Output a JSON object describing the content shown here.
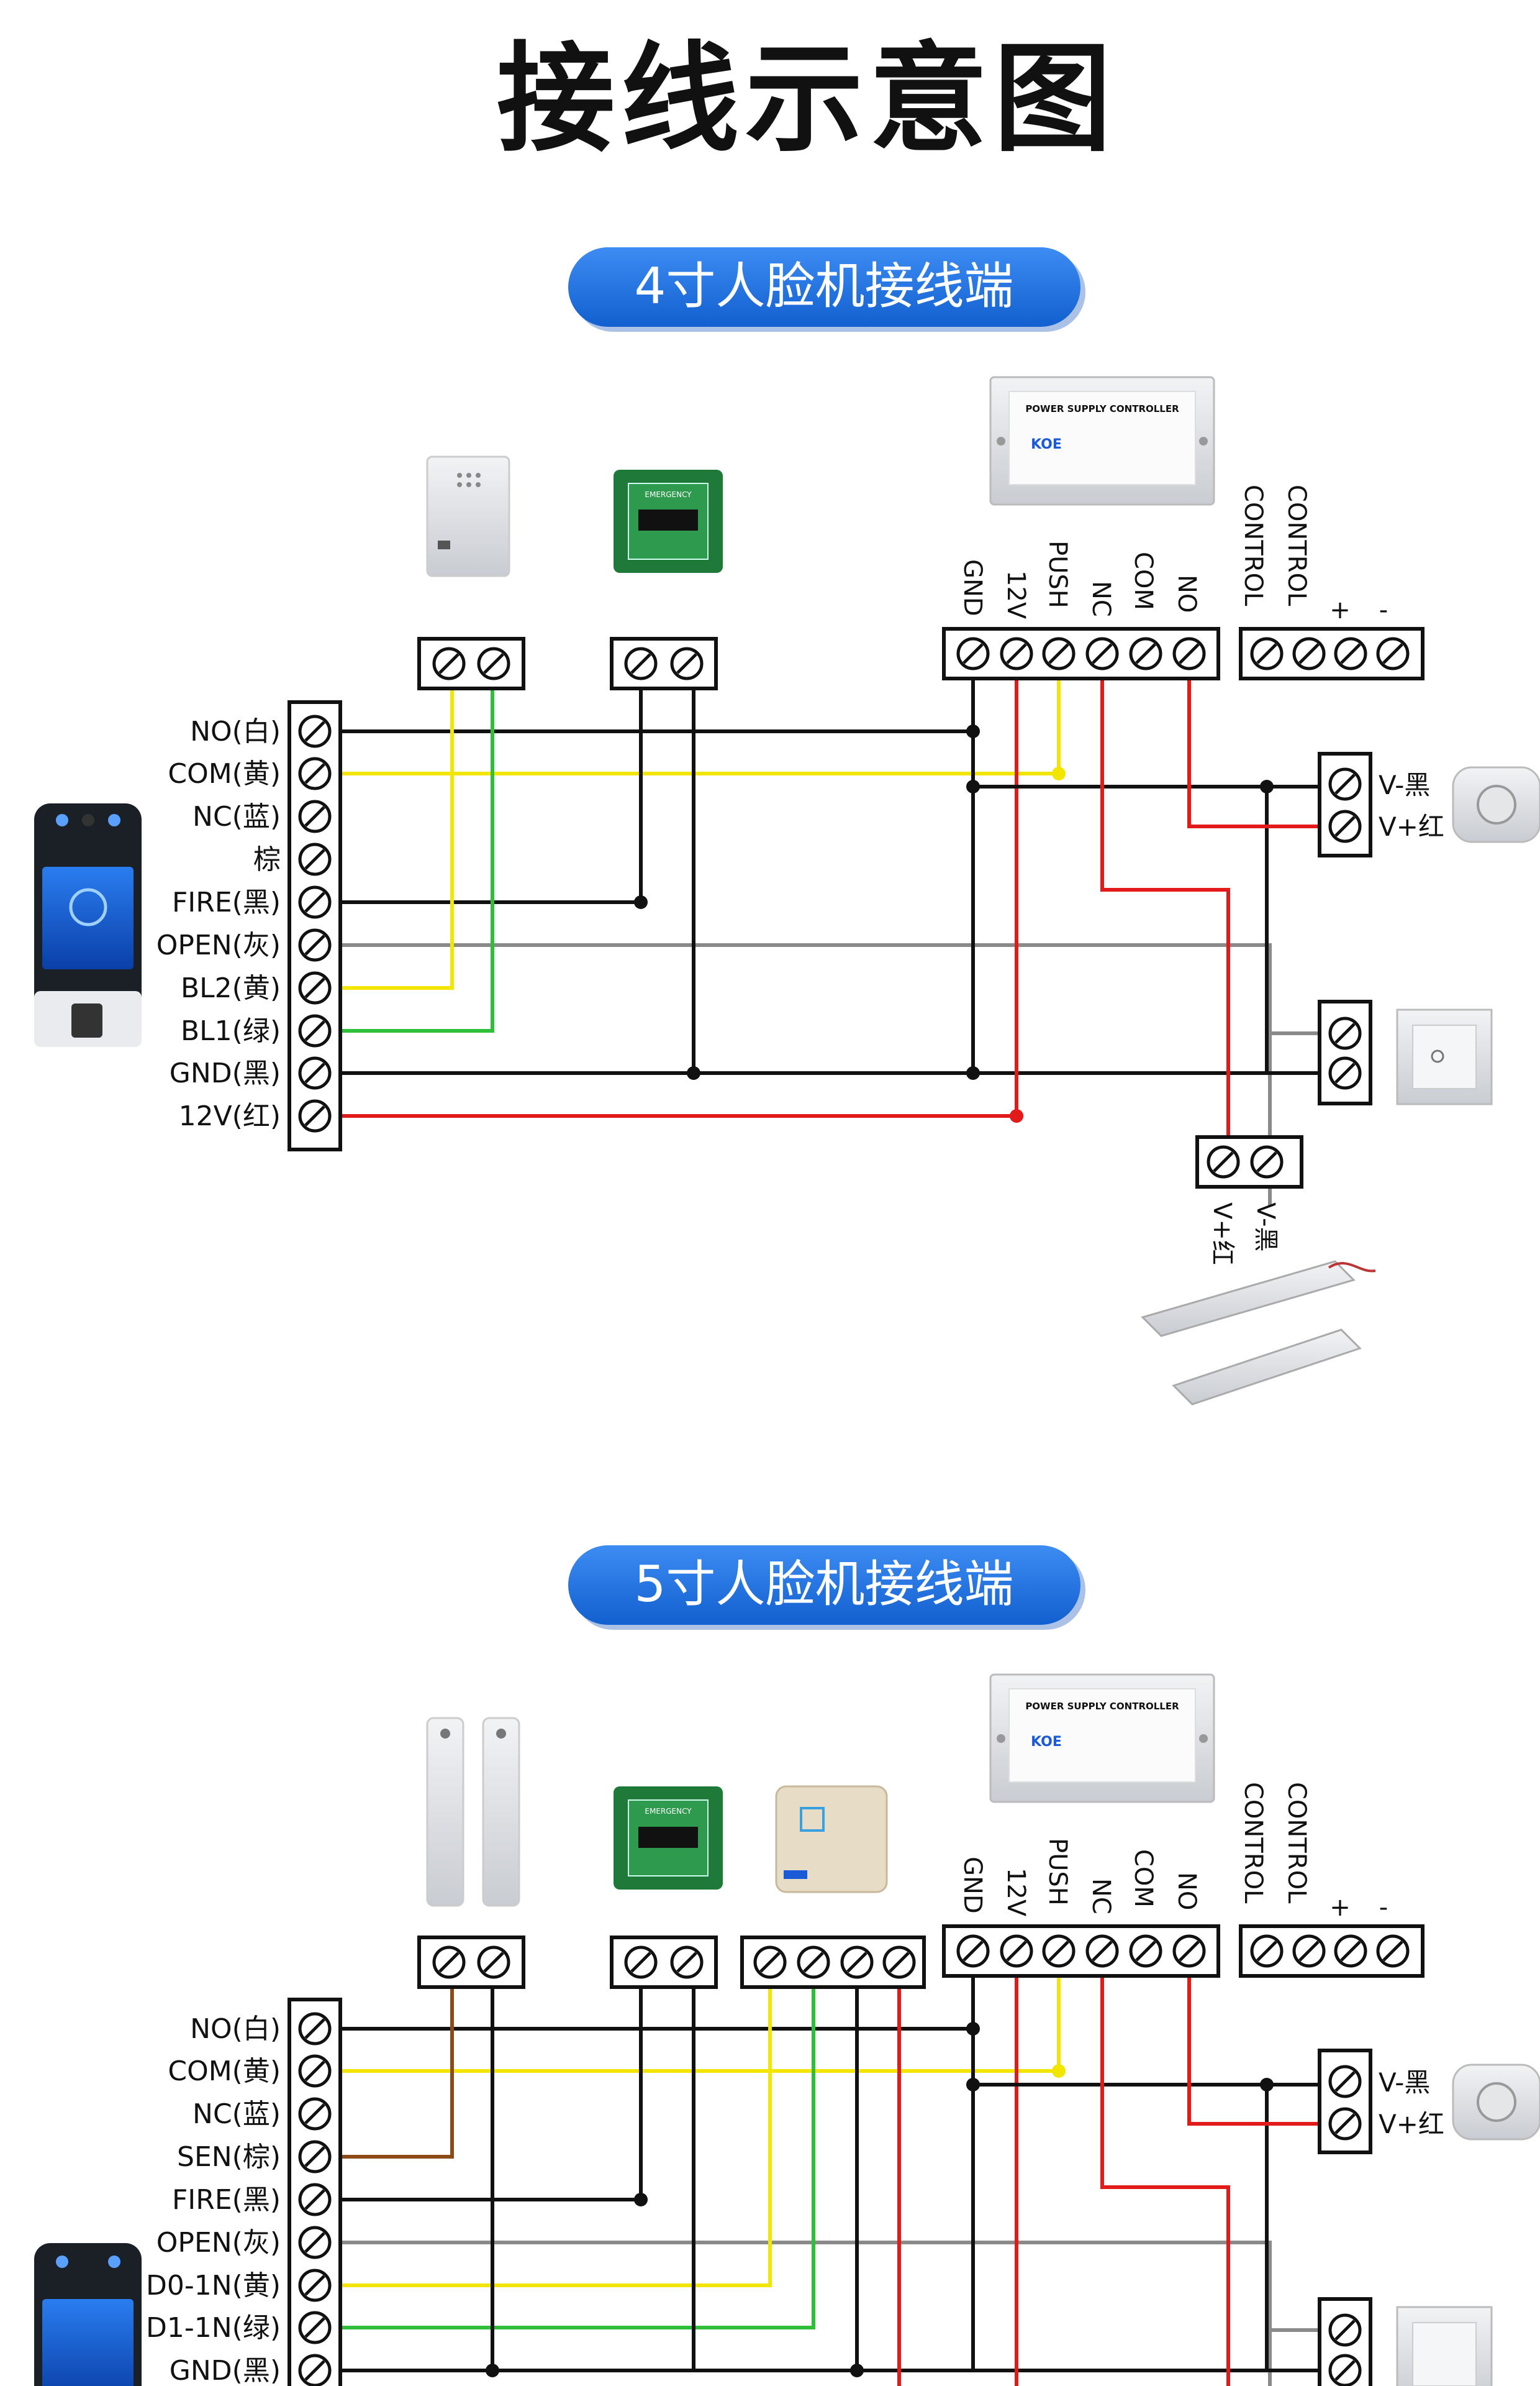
{
  "title": "接线示意图",
  "section1": {
    "header": "4寸人脸机接线端",
    "terminals": [
      "NO(白)",
      "COM(黄)",
      "NC(蓝)",
      "棕",
      "FIRE(黑)",
      "OPEN(灰)",
      "BL2(黄)",
      "BL1(绿)",
      "GND(黑)",
      "12V(红)"
    ],
    "psu_terminals": [
      "GND",
      "12V",
      "PUSH",
      "NC",
      "COM",
      "NO"
    ],
    "control_label": "CONTROL",
    "control_signs": [
      "+",
      "-"
    ],
    "lock_terminals": [
      "V-黑",
      "V+红"
    ],
    "bottom_lock_terminals": [
      "V-黑",
      "V+红"
    ],
    "psu_plate_title": "POWER SUPPLY CONTROLLER",
    "psu_brand": "KOE"
  },
  "section2": {
    "header": "5寸人脸机接线端",
    "terminals": [
      "NO(白)",
      "COM(黄)",
      "NC(蓝)",
      "SEN(棕)",
      "FIRE(黑)",
      "OPEN(灰)",
      "D0-1N(黄)",
      "D1-1N(绿)",
      "GND(黑)"
    ],
    "psu_terminals": [
      "GND",
      "12V",
      "PUSH",
      "NC",
      "COM",
      "NO"
    ],
    "control_label": "CONTROL",
    "control_signs": [
      "+",
      "-"
    ],
    "lock_terminals": [
      "V-黑",
      "V+红"
    ],
    "psu_plate_title": "POWER SUPPLY CONTROLLER",
    "psu_brand": "KOE"
  },
  "colors": {
    "banner_blue": "#1a6fe0",
    "wire_black": "#111111",
    "wire_yellow": "#f2e600",
    "wire_red": "#e21a1a",
    "wire_green": "#2fbf3a",
    "wire_gray": "#8a8a8a",
    "wire_brown": "#8b4a16"
  },
  "icons": [
    "doorbell-icon",
    "emergency-break-glass-icon",
    "power-supply-icon",
    "exit-button-icon",
    "magnetic-lock-icon",
    "face-terminal-icon",
    "door-sensor-icon",
    "card-reader-icon"
  ]
}
